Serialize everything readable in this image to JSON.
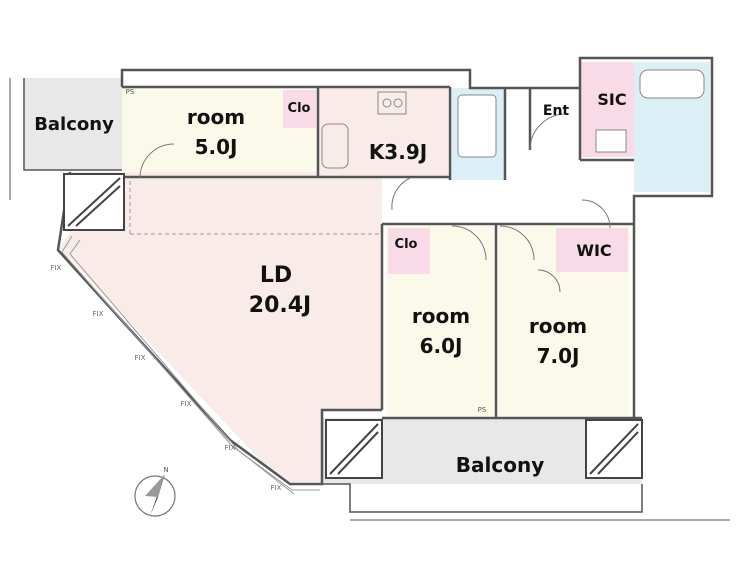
{
  "rooms": {
    "balcony_left": "Balcony",
    "room_a_name": "room",
    "room_a_size": "5.0J",
    "clo_a": "Clo",
    "kitchen": "K3.9J",
    "entrance": "Ent",
    "sic": "SIC",
    "ld_name": "LD",
    "ld_size": "20.4J",
    "clo_b": "Clo",
    "wic": "WIC",
    "room_b_name": "room",
    "room_b_size": "6.0J",
    "room_c_name": "room",
    "room_c_size": "7.0J",
    "balcony_bottom": "Balcony"
  },
  "markers": {
    "ps_top": "PS",
    "ps_bottom": "PS",
    "fix": "FIX",
    "compass_north": "N"
  },
  "colors": {
    "ld_floor": "#f9ece8",
    "room_floor": "#fbf9ea",
    "closet": "#f8dbe6",
    "bath": "#dbeff6",
    "balcony": "#e8e8e8",
    "wall": "#555555"
  }
}
